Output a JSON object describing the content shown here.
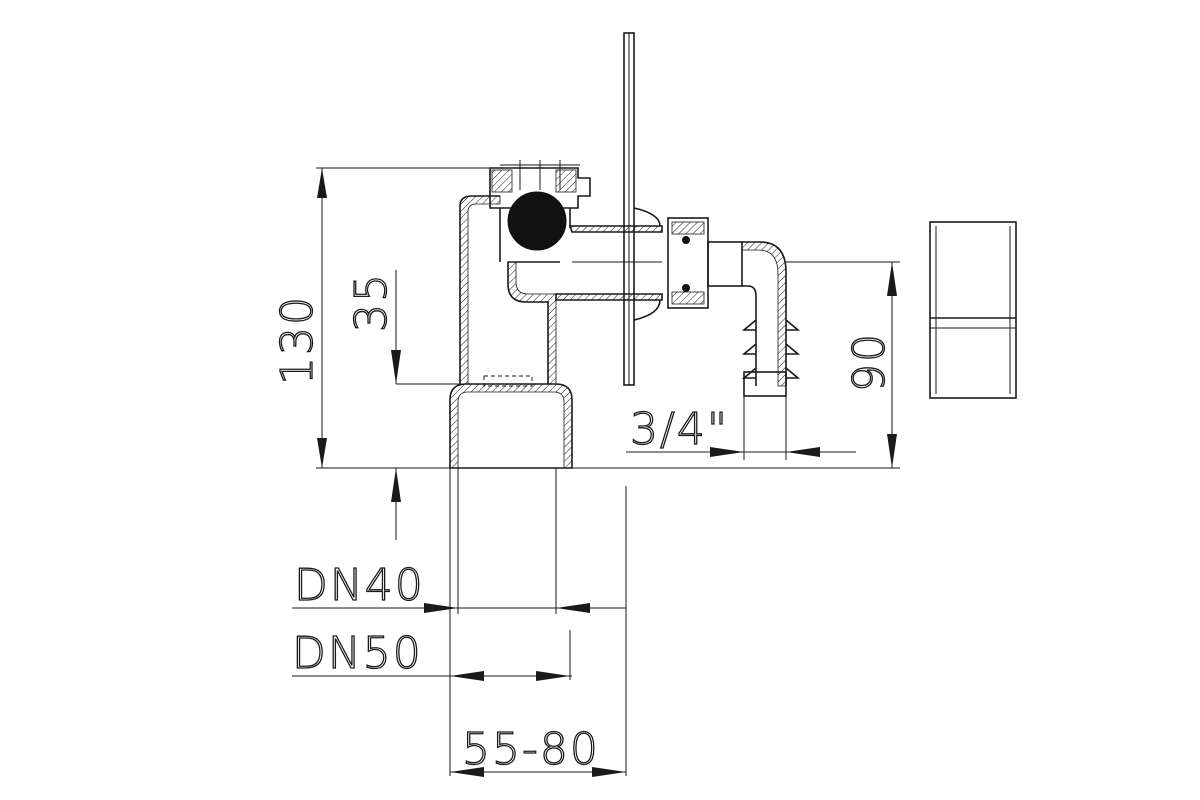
{
  "dimensions": {
    "height_total": "130",
    "height_outlet": "35",
    "hose_connection": "3/4\"",
    "height_hose": "90",
    "dn40": "DN40",
    "dn50": "DN50",
    "wall_range": "55-80"
  }
}
